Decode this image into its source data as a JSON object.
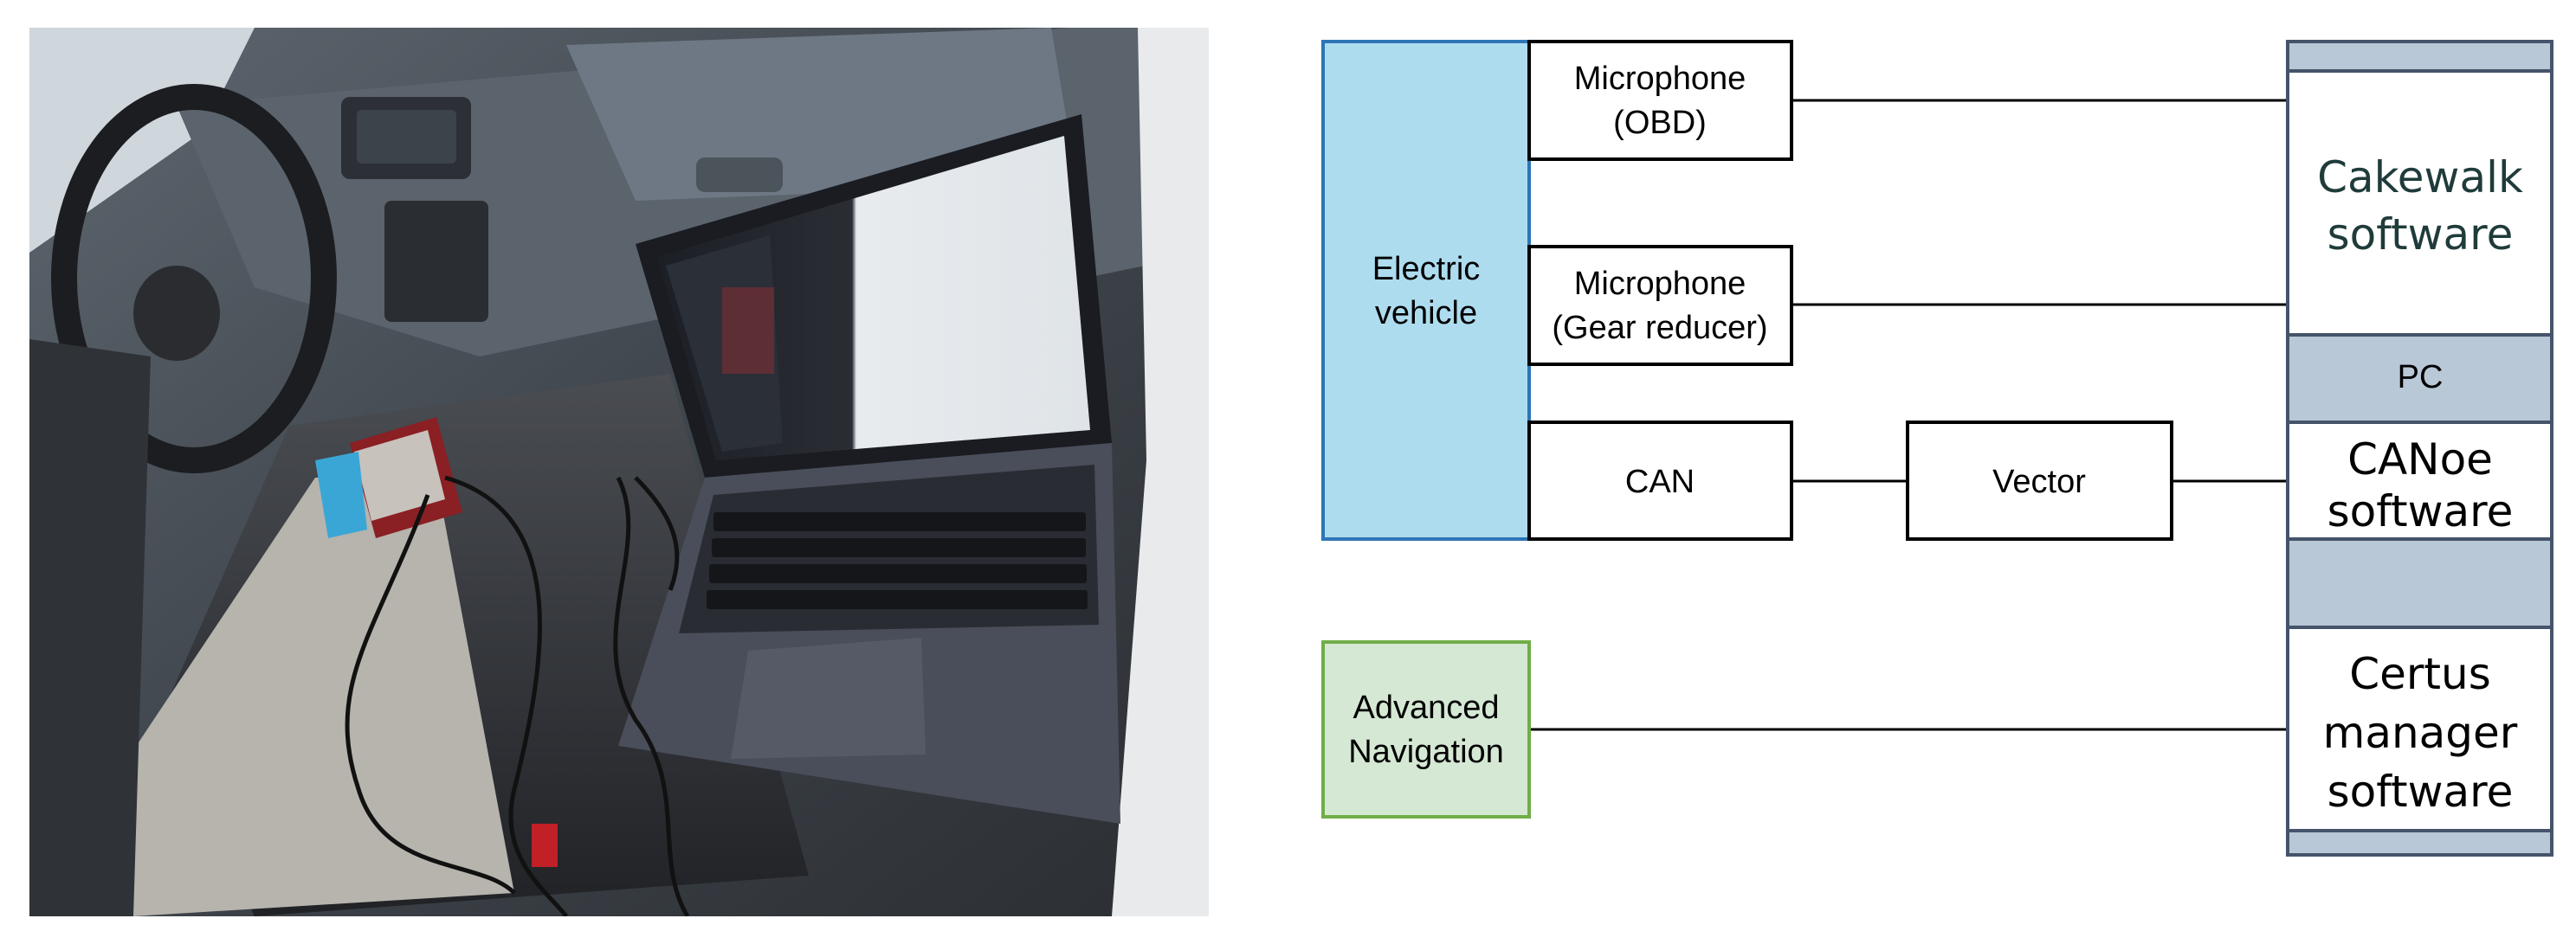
{
  "photo": {
    "description_icon": "vehicle-interior-laptop-photo"
  },
  "colors": {
    "ev_fill": "#aedcef",
    "ev_stroke": "#2e75b6",
    "nav_fill": "#d5e8d4",
    "nav_stroke": "#70ad47",
    "pc_fill": "#b9c8d6",
    "pc_stroke": "#44546a",
    "line": "#000000"
  },
  "diagram": {
    "ev": {
      "line1": "Electric",
      "line2": "vehicle"
    },
    "nav": {
      "line1": "Advanced",
      "line2": "Navigation"
    },
    "mic_obd": {
      "line1": "Microphone",
      "line2": "(OBD)"
    },
    "mic_gear": {
      "line1": "Microphone",
      "line2": "(Gear reducer)"
    },
    "can": "CAN",
    "vector": "Vector",
    "pc": {
      "label": "PC",
      "cakewalk": {
        "line1": "Cakewalk",
        "line2": "software"
      },
      "canoe": {
        "line1": "CANoe",
        "line2": "software"
      },
      "certus": {
        "line1": "Certus",
        "line2": "manager",
        "line3": "software"
      }
    }
  }
}
